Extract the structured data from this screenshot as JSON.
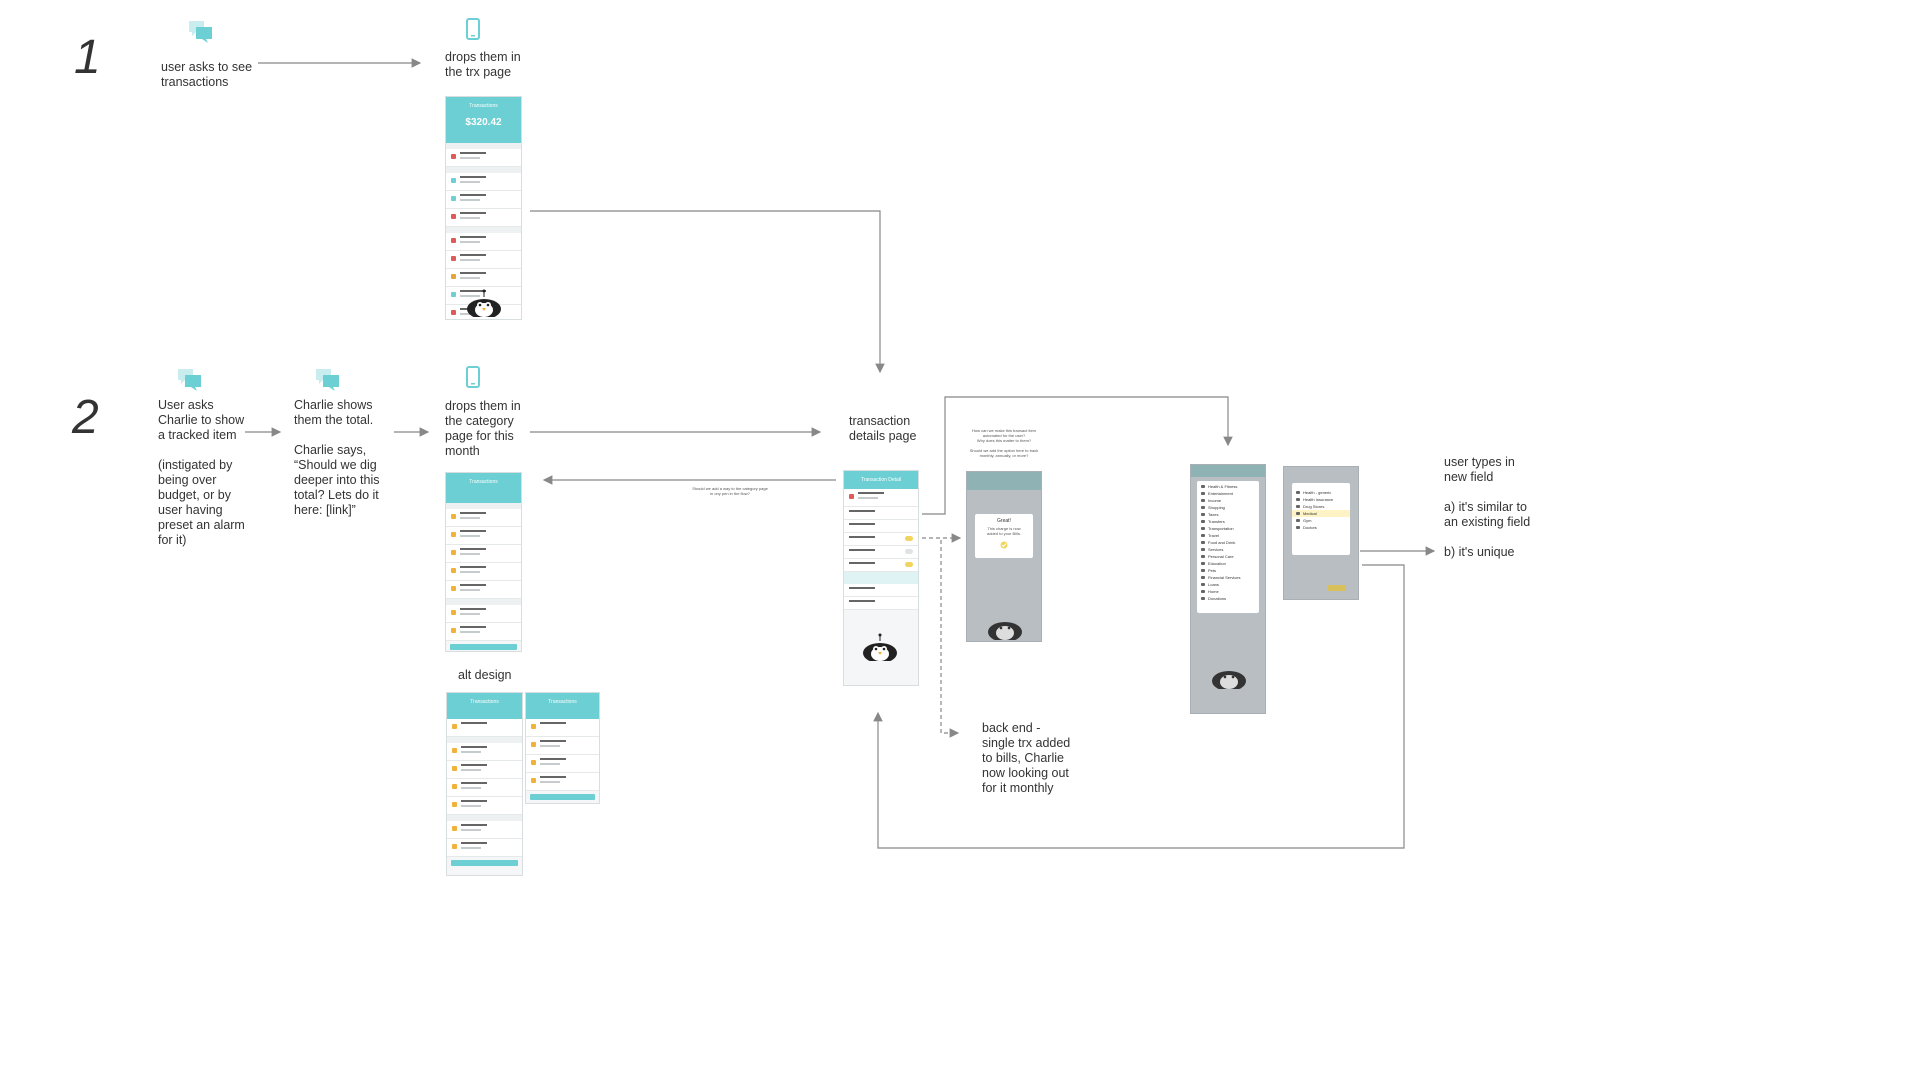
{
  "steps": [
    "1",
    "2"
  ],
  "flow1": {
    "user_asks": "user asks to see\ntransactions",
    "drops": "drops them in\nthe trx page"
  },
  "flow2": {
    "user_asks": "User asks\nCharlie to show\na tracked item\n\n(instigated by\nbeing over\nbudget, or by\nuser having\npreset an alarm\nfor it)",
    "charlie_shows": "Charlie shows\nthem the total.\n\nCharlie says,\n“Should we dig\ndeeper into this\ntotal? Lets do it\nhere: [link]”",
    "drops": "drops them in\nthe category\npage for this\nmonth",
    "details_page": "transaction\ndetails page",
    "alt_design": "alt design",
    "back_note": "Should we add a way to the category page\nin ony pen in the flow?",
    "backend": "back end -\nsingle trx added\nto bills, Charlie\nnow looking out\nfor it monthly",
    "user_types": "user types in\nnew field\n\na) it's similar to\nan existing field\n\nb) it's unique",
    "question_note": "How can we make this transact item\nautomated for the user?\nWhy does this matter to them?\n\nShould we add the option here to track\nmonthly, annually, or more?"
  },
  "screens": {
    "trx": {
      "title": "Transactions",
      "balance": "$320.42"
    },
    "category": {
      "title": "Transactions"
    },
    "alt_a": {
      "title": "Transactions"
    },
    "alt_b": {
      "title": "Transactions"
    },
    "detail": {
      "title": "Transaction Detail"
    },
    "modal": {
      "title": "Great!",
      "body": "This charge is now\nadded to your Bills."
    },
    "categories": [
      "Health & Fitness",
      "Entertainment",
      "Income",
      "Shopping",
      "Taxes",
      "Transfers",
      "Transportation",
      "Travel",
      "Food and Drink",
      "Services",
      "Personal Care",
      "Education",
      "Pets",
      "Financial Services",
      "Loans",
      "Home",
      "Donations"
    ],
    "health_sub": [
      "Health - generic",
      "Health Insurance",
      "Drug Stores",
      "Medical",
      "Gym",
      "Doctors"
    ]
  },
  "colors": {
    "accent": "#6ccfd3",
    "arrow": "#888888",
    "overlay": "#b9bec2",
    "highlight": "#f2d45c"
  }
}
